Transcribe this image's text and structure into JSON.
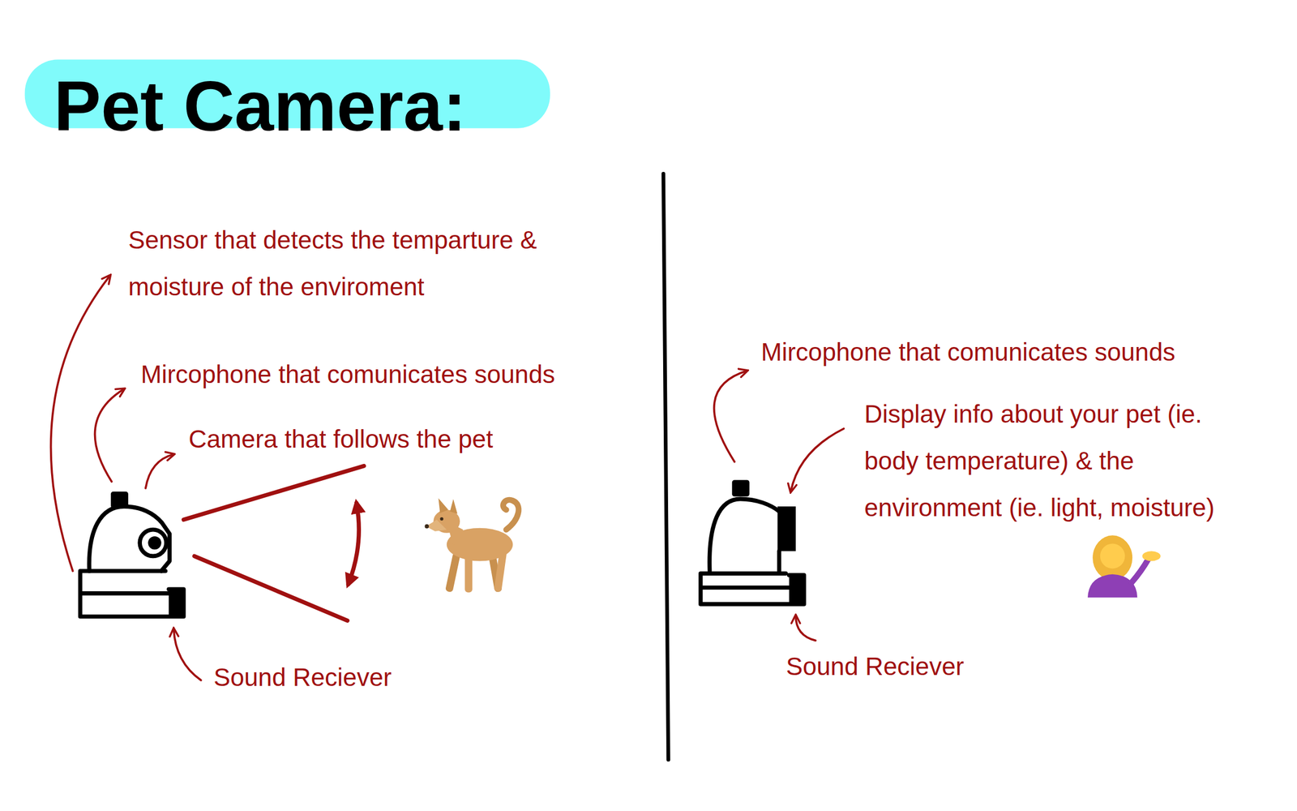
{
  "diagram": {
    "title": "Pet Camera:",
    "labels": [
      "Sensor that detects the temparture & moisture of the enviroment",
      "Mircophone that comunicates sounds",
      "Camera that follows the pet",
      "Sound Reciever",
      "Mircophone that comunicates sounds",
      "Display info about your pet (ie. body temperature) & the environment (ie. light, moisture)",
      "Sound Reciever"
    ]
  }
}
